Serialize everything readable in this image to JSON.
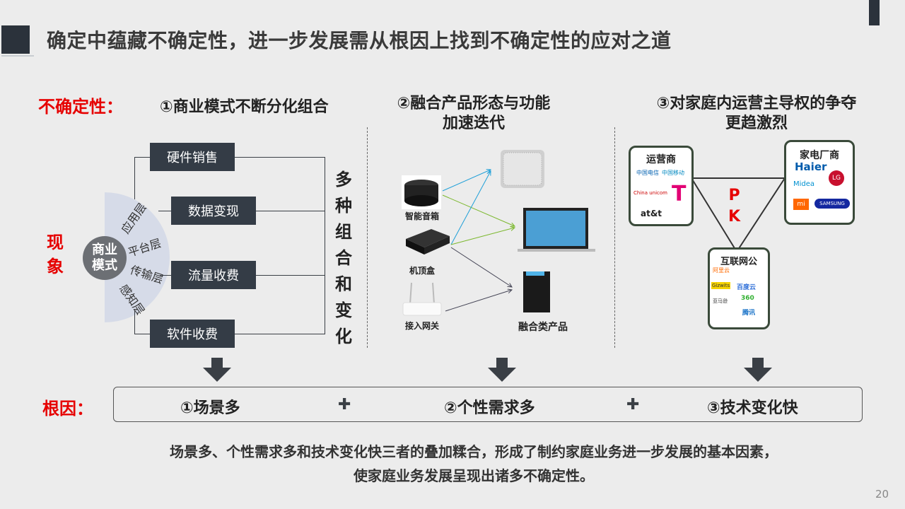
{
  "title": "确定中蕴藏不确定性，进一步发展需从根因上找到不确定性的应对之道",
  "uncertainty_label": "不确定性：",
  "col1_title": "①商业模式不断分化组合",
  "col2_title_l1": "②融合产品形态与功能",
  "col2_title_l2": "加速迭代",
  "col3_title_l1": "③对家庭内运营主导权的争夺",
  "col3_title_l2": "更趋激烈",
  "phenomenon_l1": "现",
  "phenomenon_l2": "象",
  "business_model_l1": "商业",
  "business_model_l2": "模式",
  "layers": [
    "应用层",
    "平台层",
    "传输层",
    "感知层"
  ],
  "revenue_boxes": [
    "硬件销售",
    "数据变现",
    "流量收费",
    "软件收费"
  ],
  "vertical_text": [
    "多",
    "种",
    "组",
    "合",
    "和",
    "变",
    "化"
  ],
  "devices": [
    "智能音箱",
    "机顶盒",
    "接入网关"
  ],
  "fusion_product_label": "融合类产品",
  "operators_title": "运营商",
  "appliance_title": "家电厂商",
  "internet_title": "互联网公",
  "pk": [
    "P",
    "K"
  ],
  "operator_logos": [
    "中国电信",
    "中国移动",
    "China unicom",
    "T",
    "at&t"
  ],
  "appliance_logos": [
    "Haier",
    "LG",
    "Midea",
    "mi",
    "SAMSUNG"
  ],
  "internet_logos": [
    "阿里云",
    "Gizwits",
    "百度云",
    "亚马逊",
    "360",
    "腾讯"
  ],
  "root_label": "根因：",
  "roots": [
    "①场景多",
    "②个性需求多",
    "③技术变化快"
  ],
  "plus": "✚",
  "summary_l1": "场景多、个性需求多和技术变化快三者的叠加糅合，形成了制约家庭业务进一步发展的基本因素，",
  "summary_l2": "使家庭业务发展呈现出诸多不确定性。",
  "page_number": "20",
  "colors": {
    "accent_red": "#e60000",
    "dark_box": "#343c46",
    "arrow": "#3a3f45"
  }
}
